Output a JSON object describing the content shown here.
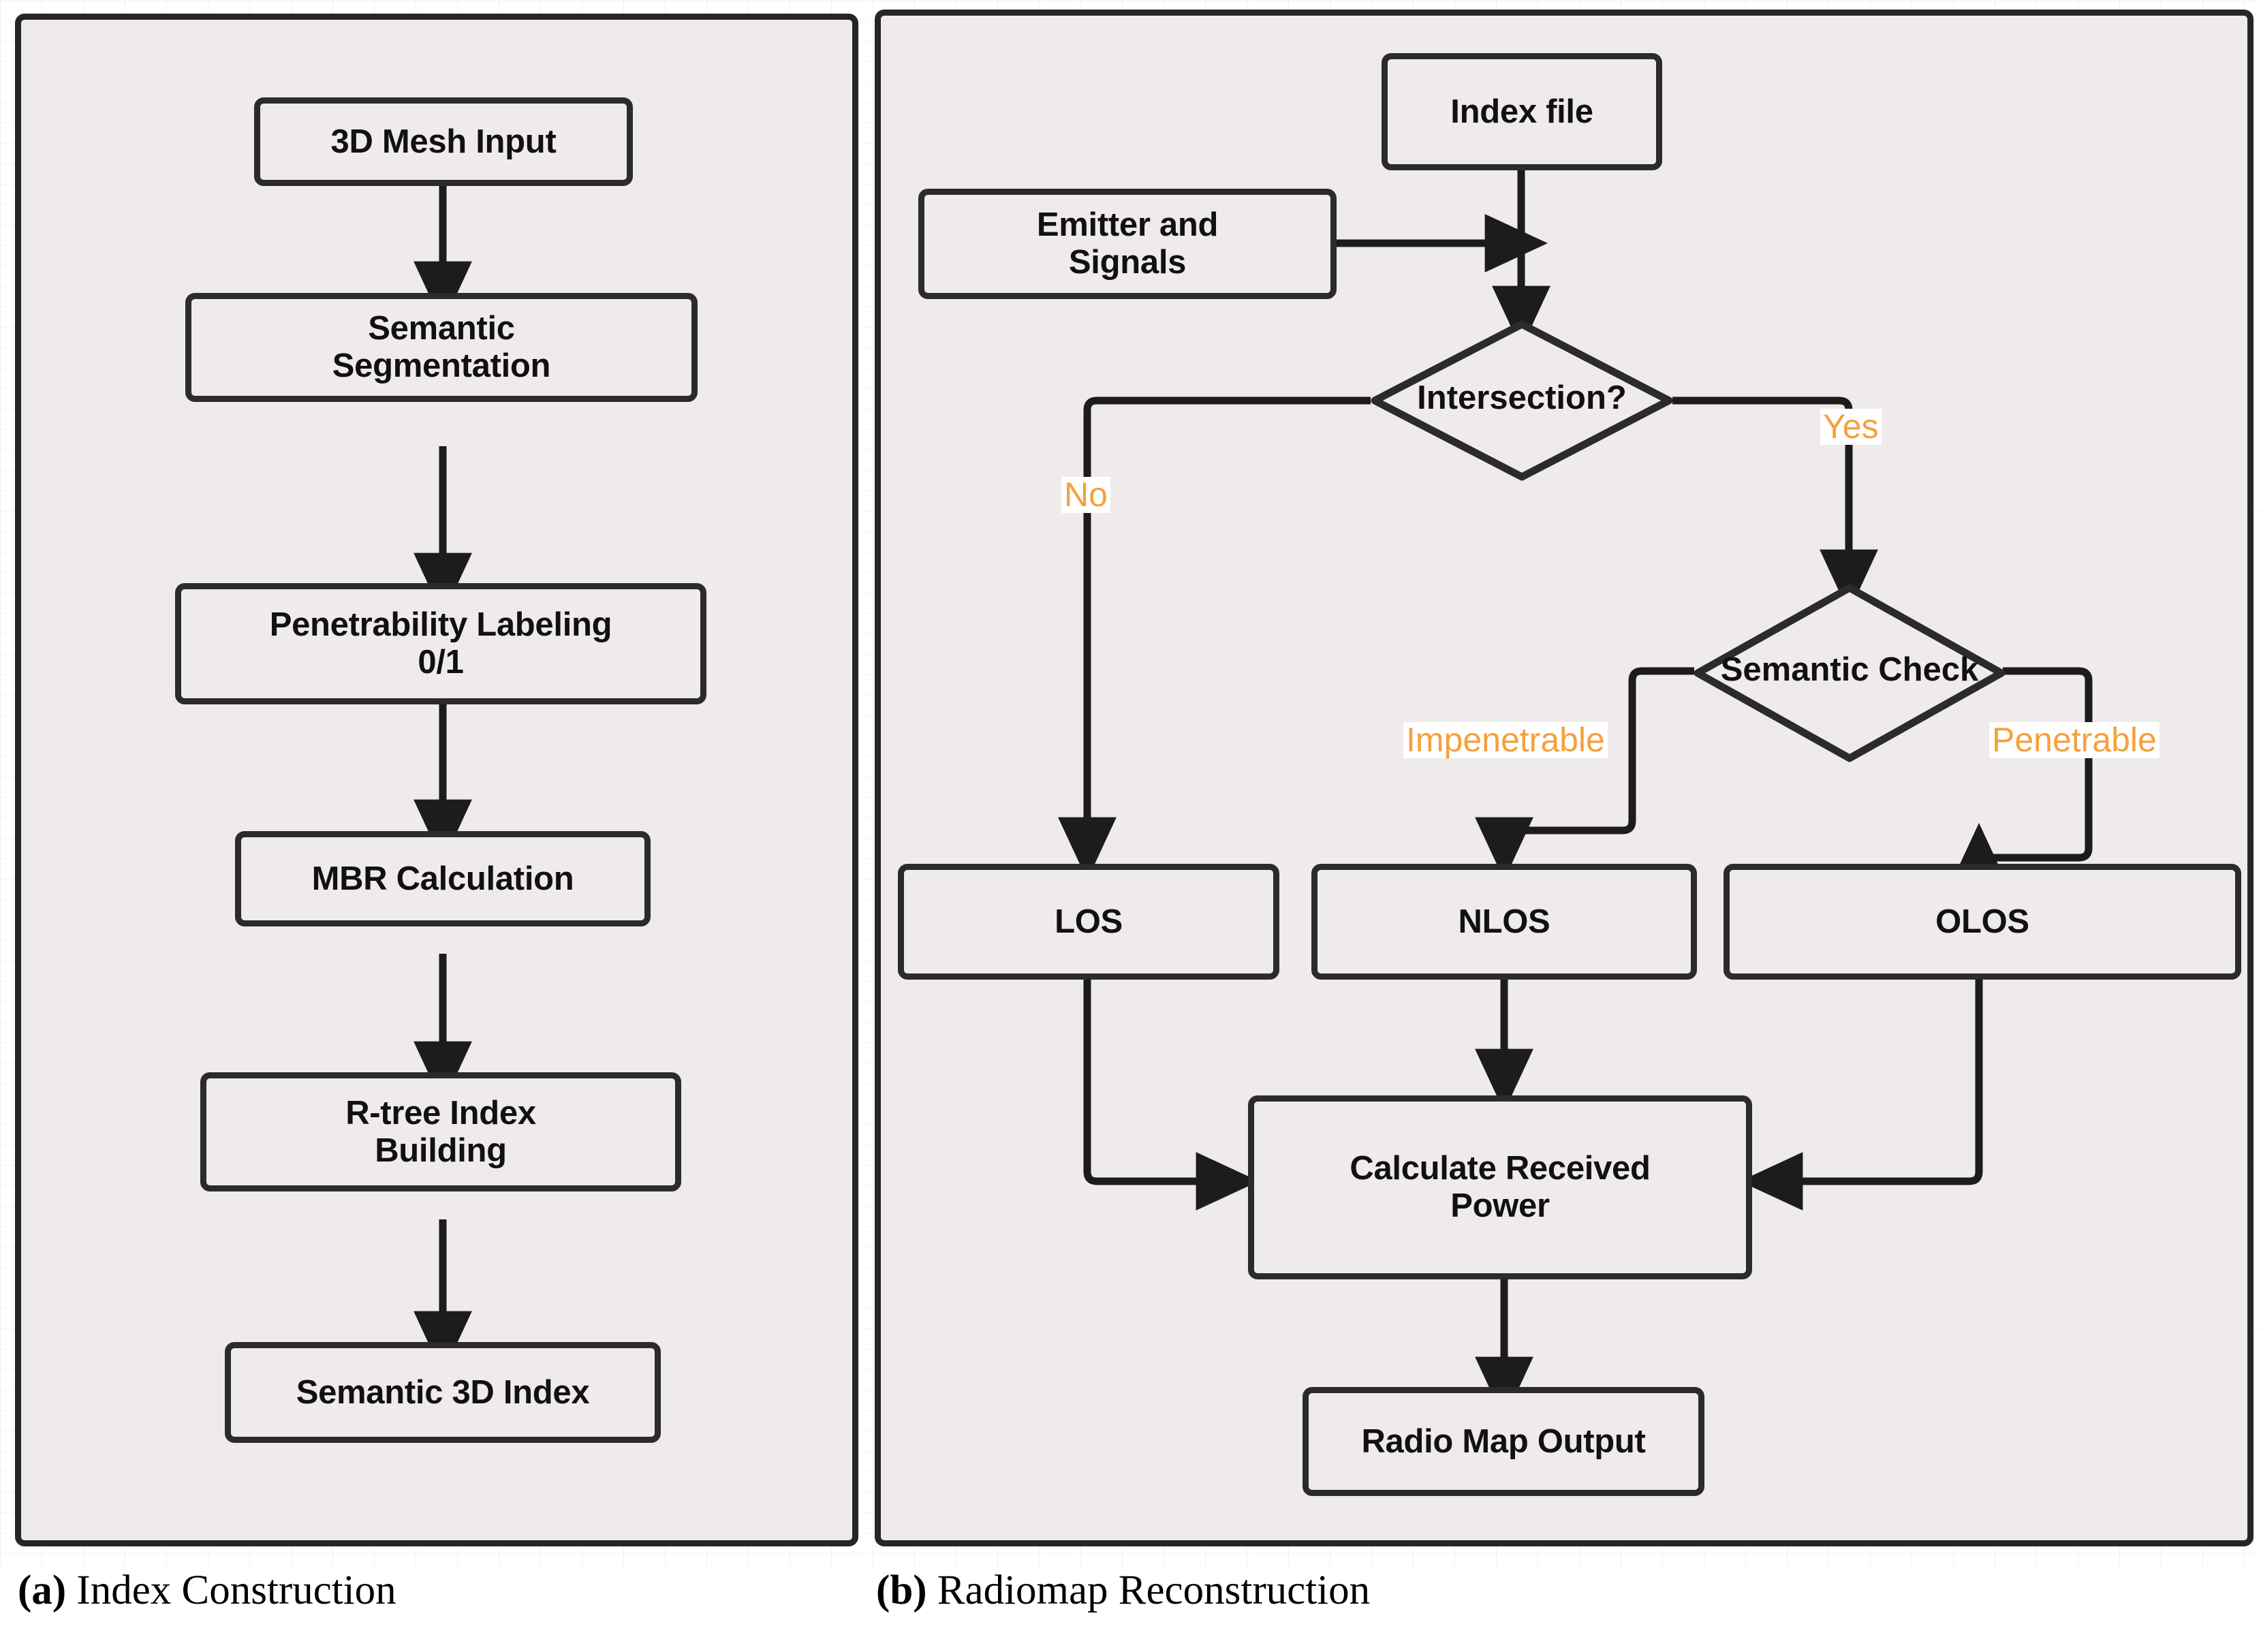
{
  "figure": {
    "panels": [
      {
        "id": "a",
        "caption_marker": "(a)",
        "caption_text": " Index Construction",
        "nodes": [
          {
            "id": "mesh-input",
            "label": "3D Mesh Input",
            "shape": "process"
          },
          {
            "id": "semantic-seg",
            "label": "Semantic\nSegmentation",
            "shape": "process"
          },
          {
            "id": "penetrability",
            "label": "Penetrability Labeling\n0/1",
            "shape": "process"
          },
          {
            "id": "mbr-calc",
            "label": "MBR Calculation",
            "shape": "process"
          },
          {
            "id": "rtree-index",
            "label": "R-tree Index\nBuilding",
            "shape": "process"
          },
          {
            "id": "semantic-3d-index",
            "label": "Semantic 3D Index",
            "shape": "process"
          }
        ],
        "edges": [
          {
            "from": "mesh-input",
            "to": "semantic-seg",
            "label": ""
          },
          {
            "from": "semantic-seg",
            "to": "penetrability",
            "label": ""
          },
          {
            "from": "penetrability",
            "to": "mbr-calc",
            "label": ""
          },
          {
            "from": "mbr-calc",
            "to": "rtree-index",
            "label": ""
          },
          {
            "from": "rtree-index",
            "to": "semantic-3d-index",
            "label": ""
          }
        ]
      },
      {
        "id": "b",
        "caption_marker": "(b)",
        "caption_text": " Radiomap Reconstruction",
        "nodes": [
          {
            "id": "index-file",
            "label": "Index file",
            "shape": "process"
          },
          {
            "id": "emitter",
            "label": "Emitter  and\nSignals",
            "shape": "process"
          },
          {
            "id": "intersection",
            "label": "Intersection?",
            "shape": "decision"
          },
          {
            "id": "semantic-check",
            "label": "Semantic Check",
            "shape": "decision"
          },
          {
            "id": "los",
            "label": "LOS",
            "shape": "process"
          },
          {
            "id": "nlos",
            "label": "NLOS",
            "shape": "process"
          },
          {
            "id": "olos",
            "label": "OLOS",
            "shape": "process"
          },
          {
            "id": "calc-power",
            "label": "Calculate Received\nPower",
            "shape": "process"
          },
          {
            "id": "radio-map",
            "label": "Radio Map Output",
            "shape": "process"
          }
        ],
        "edges": [
          {
            "from": "index-file",
            "to": "intersection",
            "label": ""
          },
          {
            "from": "emitter",
            "to": "intersection",
            "label": ""
          },
          {
            "from": "intersection",
            "to": "los",
            "label": "No"
          },
          {
            "from": "intersection",
            "to": "semantic-check",
            "label": "Yes"
          },
          {
            "from": "semantic-check",
            "to": "nlos",
            "label": "Impenetrable"
          },
          {
            "from": "semantic-check",
            "to": "olos",
            "label": "Penetrable"
          },
          {
            "from": "los",
            "to": "calc-power",
            "label": ""
          },
          {
            "from": "nlos",
            "to": "calc-power",
            "label": ""
          },
          {
            "from": "olos",
            "to": "calc-power",
            "label": ""
          },
          {
            "from": "calc-power",
            "to": "radio-map",
            "label": ""
          }
        ]
      }
    ],
    "colors": {
      "panel_fill": "#EFEBEA",
      "node_fill": "#EFEBEA",
      "stroke": "#2b2b2b",
      "text": "#111111",
      "edge_label": "#F5A13C",
      "edge_label_bg": "#FFFFFF",
      "page_bg": "#FFFFFF"
    }
  }
}
